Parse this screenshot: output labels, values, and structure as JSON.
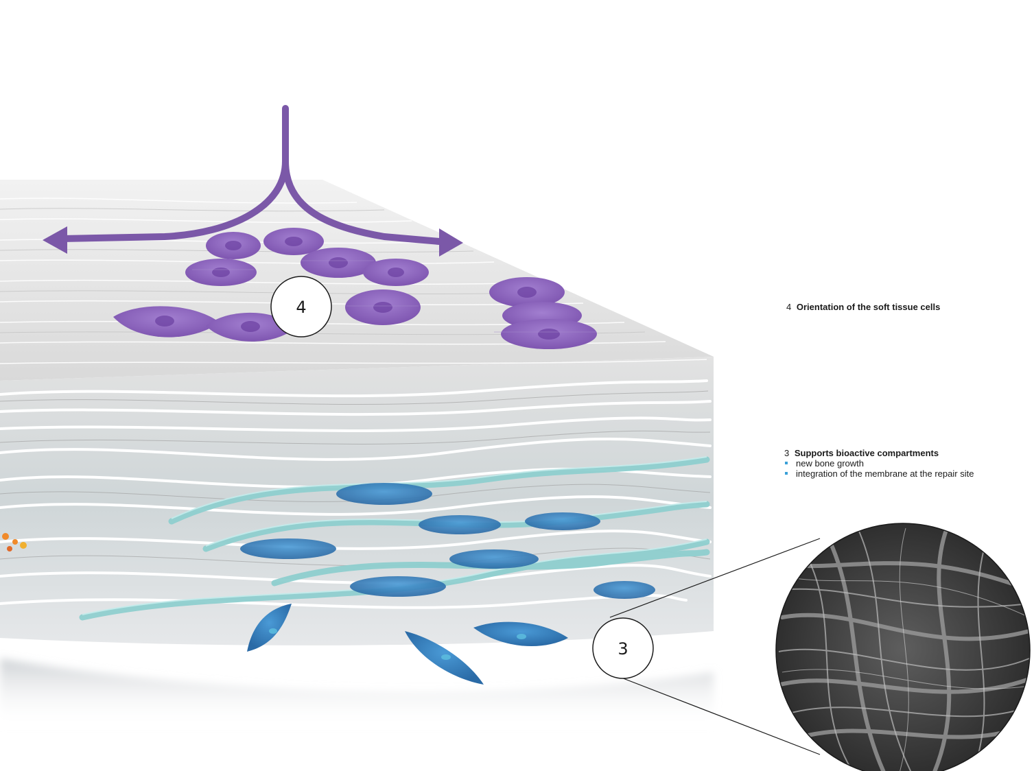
{
  "callouts": {
    "cells": {
      "number": "4",
      "title": "Orientation of the soft tissue cells"
    },
    "compartments": {
      "number": "3",
      "title": "Supports bioactive compartments",
      "bullets": [
        "new bone growth",
        "integration of the membrane at the repair site"
      ]
    }
  },
  "colors": {
    "cell_purple": "#8a62b8",
    "arrow_purple": "#7b58a8",
    "cell_blue": "#3a82c4",
    "fiber_teal": "#8fcfcf",
    "bullet_blue": "#3aa0d8",
    "sem_gray": "#6e6e6e"
  },
  "icons": {
    "bullet": "square-bullet",
    "arrow": "spreading-arrow"
  }
}
